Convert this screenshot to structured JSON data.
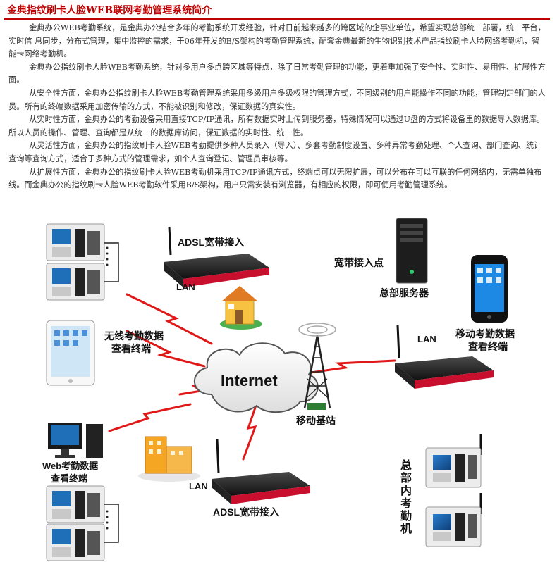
{
  "header": {
    "title": "金典指纹刷卡人脸WEB联网考勤管理系统简介"
  },
  "intro": {
    "paragraphs": [
      "金典办公WEB考勤系统，是金典办公结合多年的考勤系统开发经验，针对日前越来越多的跨区域的企事业单位，希望实现总部统一部署，统一平台，实时信 息同步，分布式管理，集中监控的需求，于06年开发的B/S架构的考勤管理系统，配套金典最新的生物识别技术产品指纹刷卡人脸网络考勤机，智能卡网络考勤机。",
      "金典办公指纹刷卡人脸WEB考勤系统，针对多用户多点跨区域等特点，除了日常考勤管理的功能，更着重加强了安全性、实时性、易用性、扩展性方面。",
      "从安全性方面，金典办公指纹刷卡人脸WEB考勤管理系统采用多级用户多级权限的管理方式，不同级别的用户能操作不同的功能，管理制定部门的人员。所有的终端数据采用加密传输的方式，不能被识别和修改，保证数据的真实性。",
      "从实时性方面，金典办公的考勤设备采用直接TCP/IP通讯，所有数据实时上传到服务器，特殊情况可以通过U盘的方式将设备里的数据导入数据库。所以人员的操作、管理、查询都是从统一的数据库访问，保证数据的实时性、统一性。",
      "从灵活性方面，金典办公的指纹刷卡人脸WEB考勤提供多种人员录入（导入）、多套考勤制度设置、多种异常考勤处理、个人查询、部门查询、统计查询等查询方式，适合于多种方式的管理需求，如个人查询登记、管理员审核等。",
      "从扩展性方面，金典办公的指纹刷卡人脸WEB考勤机采用TCP/IP通讯方式，终端点可以无限扩展，可以分布在可以互联的任何网络内，无需单独布线。而金典办公的指纹刷卡人脸WEB考勤软件采用B/S架构，用户只需安装有浏览器，有相应的权限，即可使用考勤管理系统。"
    ]
  },
  "diagram": {
    "labels": {
      "adsl_top": "ADSL宽带接入",
      "lan_top": "LAN",
      "wireless_terminal_line1": "无线考勤数据",
      "wireless_terminal_line2": "查看终端",
      "internet": "Internet",
      "broadband_point": "宽带接入点",
      "hq_server": "总部服务器",
      "lan_right": "LAN",
      "mobile_terminal_line1": "移动考勤数据",
      "mobile_terminal_line2": "查看终端",
      "base_station": "移动基站",
      "web_terminal_line1": "Web考勤数据",
      "web_terminal_line2": "查看终端",
      "lan_bottom": "LAN",
      "adsl_bottom": "ADSL宽带接入",
      "hq_internal_devices": [
        "总",
        "部",
        "内",
        "考",
        "勤",
        "机"
      ]
    },
    "colors": {
      "accent": "#c00000",
      "signal": "#e01818",
      "router_body": "#2a2a2a",
      "router_stripe": "#c8102e",
      "device_screen": "#1f6fb8",
      "building_orange": "#f5a623"
    }
  }
}
